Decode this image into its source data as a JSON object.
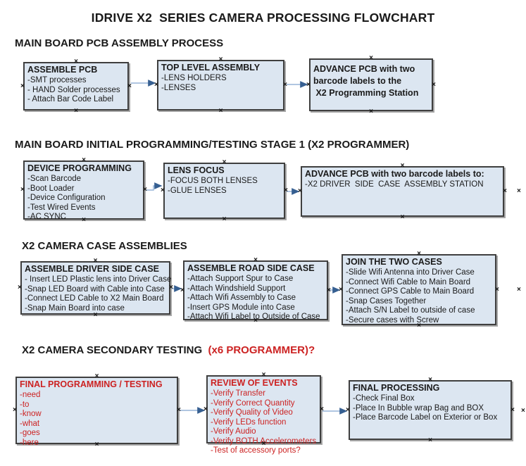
{
  "title": "IDRIVE X2  SERIES CAMERA PROCESSING FLOWCHART",
  "colors": {
    "text": "#1a1a1a",
    "accent_red": "#cc2222",
    "box_fill": "#dce6f1",
    "box_border": "#3f3f3f",
    "arrow_line": "#95b3d7",
    "arrow_head": "#365f91"
  },
  "icons": {
    "connection_handle": "×"
  },
  "sections": [
    {
      "heading": "MAIN BOARD PCB ASSEMBLY PROCESS",
      "heading_red": "",
      "boxes": [
        {
          "title": "ASSEMBLE PCB",
          "items": [
            "-SMT processes",
            "- HAND Solder processes",
            "- Attach Bar Code Label"
          ]
        },
        {
          "title": "TOP LEVEL ASSEMBLY",
          "items": [
            "-LENS HOLDERS",
            "-LENSES"
          ]
        },
        {
          "title": "ADVANCE PCB with two\nbarcode labels to the\n X2 Programming Station",
          "items": []
        }
      ]
    },
    {
      "heading": "MAIN BOARD INITIAL PROGRAMMING/TESTING STAGE 1 (X2 PROGRAMMER)",
      "heading_red": "",
      "boxes": [
        {
          "title": "DEVICE PROGRAMMING",
          "items": [
            "-Scan Barcode",
            "-Boot Loader",
            "-Device Configuration",
            "-Test Wired Events",
            "-AC SYNC"
          ]
        },
        {
          "title": "LENS FOCUS",
          "items": [
            "-FOCUS BOTH LENSES",
            "-GLUE LENSES"
          ]
        },
        {
          "title": "ADVANCE PCB with two barcode labels to:",
          "items": [
            "-X2 DRIVER  SIDE  CASE  ASSEMBLY STATION"
          ]
        }
      ]
    },
    {
      "heading": "X2 CAMERA CASE ASSEMBLIES",
      "heading_red": "",
      "boxes": [
        {
          "title": "ASSEMBLE DRIVER SIDE CASE",
          "items": [
            "- Insert LED Plastic lens into Driver Case",
            "-Snap LED Board with Cable into Case",
            "-Connect LED Cable to X2 Main Board",
            "-Snap Main Board into case"
          ]
        },
        {
          "title": "ASSEMBLE ROAD SIDE CASE",
          "items": [
            "-Attach Support Spur to Case",
            "-Attach Windshield Support",
            "-Attach Wifi Assembly to Case",
            "-Insert GPS Module into Case",
            "-Attach Wifi Label to Outside of Case"
          ]
        },
        {
          "title": "JOIN THE TWO CASES",
          "items": [
            "-Slide Wifi Antenna into Driver Case",
            "-Connect Wifi Cable to Main Board",
            "-Connect GPS Cable to Main Board",
            "-Snap Cases Together",
            "-Attach S/N Label to outside of case",
            "-Secure cases with Screw"
          ]
        }
      ]
    },
    {
      "heading": "X2 CAMERA SECONDARY TESTING  ",
      "heading_red": "(x6 PROGRAMMER)?",
      "boxes": [
        {
          "title": "FINAL PROGRAMMING / TESTING",
          "items": [
            "-need",
            "-to",
            "-know",
            "-what",
            "-goes",
            "-here"
          ]
        },
        {
          "title": "REVIEW OF EVENTS",
          "items": [
            "-Verify Transfer",
            "-Verify Correct Quantity",
            "-Verify Quality of Video",
            "-Verify LEDs function",
            "-Verify Audio",
            "-Verify BOTH Accelerometers",
            "-Test of accessory ports?"
          ]
        },
        {
          "title": "FINAL PROCESSING",
          "items": [
            "-Check Final Box",
            "-Place In Bubble wrap Bag and BOX",
            "-Place Barcode Label on Exterior or Box"
          ]
        }
      ]
    }
  ]
}
